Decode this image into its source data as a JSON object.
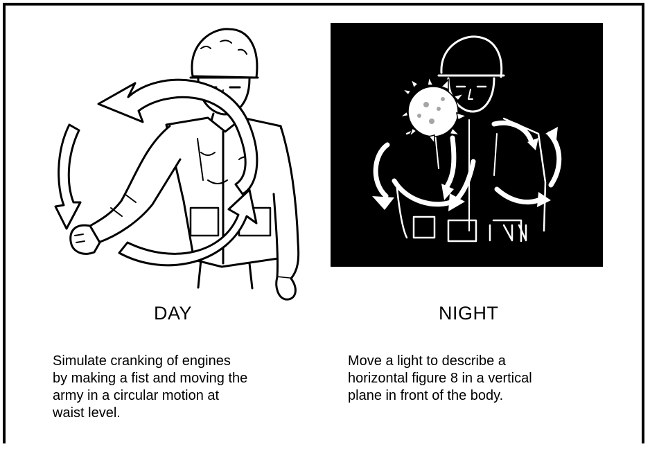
{
  "day": {
    "heading": "DAY",
    "description_lines": [
      "Simulate cranking of engines",
      "by making a fist and moving the",
      "army in a circular motion at",
      "waist level."
    ]
  },
  "night": {
    "heading": "NIGHT",
    "description_lines": [
      "Move a light to describe a",
      "horizontal figure 8 in a vertical",
      "plane in front of the body."
    ]
  }
}
